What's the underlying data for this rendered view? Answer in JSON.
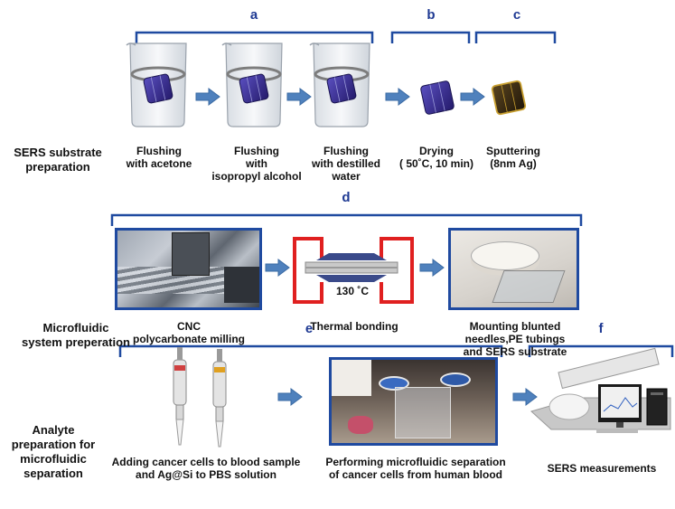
{
  "sections": {
    "substrate": "SERS substrate\npreparation",
    "microfluidic": "Microfluidic\nsystem preperation",
    "analyte": "Analyte\npreparation for\nmicrofluidic\nseparation"
  },
  "letters": {
    "a": "a",
    "b": "b",
    "c": "c",
    "d": "d",
    "e": "e",
    "f": "f"
  },
  "steps": {
    "acetone": "Flushing\nwith acetone",
    "isopropyl": "Flushing\nwith\nisopropyl alcohol",
    "water": "Flushing\nwith destilled\nwater",
    "drying": "Drying\n( 50˚C, 10 min)",
    "sputtering": "Sputtering\n(8nm Ag)",
    "cnc": "CNC\npolycarbonate milling",
    "thermal": "Thermal bonding",
    "temperature": "130 ˚C",
    "mounting": "Mounting blunted\nneedles,PE tubings\nand SERS substrate",
    "adding": "Adding cancer cells to blood sample\nand Ag@Si to PBS solution",
    "performing": "Performing microfluidic separation\nof cancer cells from human blood",
    "measurements": "SERS measurements"
  },
  "colors": {
    "bracket": "#1f4aa0",
    "arrow": "#4f81bd",
    "wafer": "#3a2e8a",
    "wafer_sputtered": "#3a2a10",
    "bonding_frame": "#e02020"
  }
}
